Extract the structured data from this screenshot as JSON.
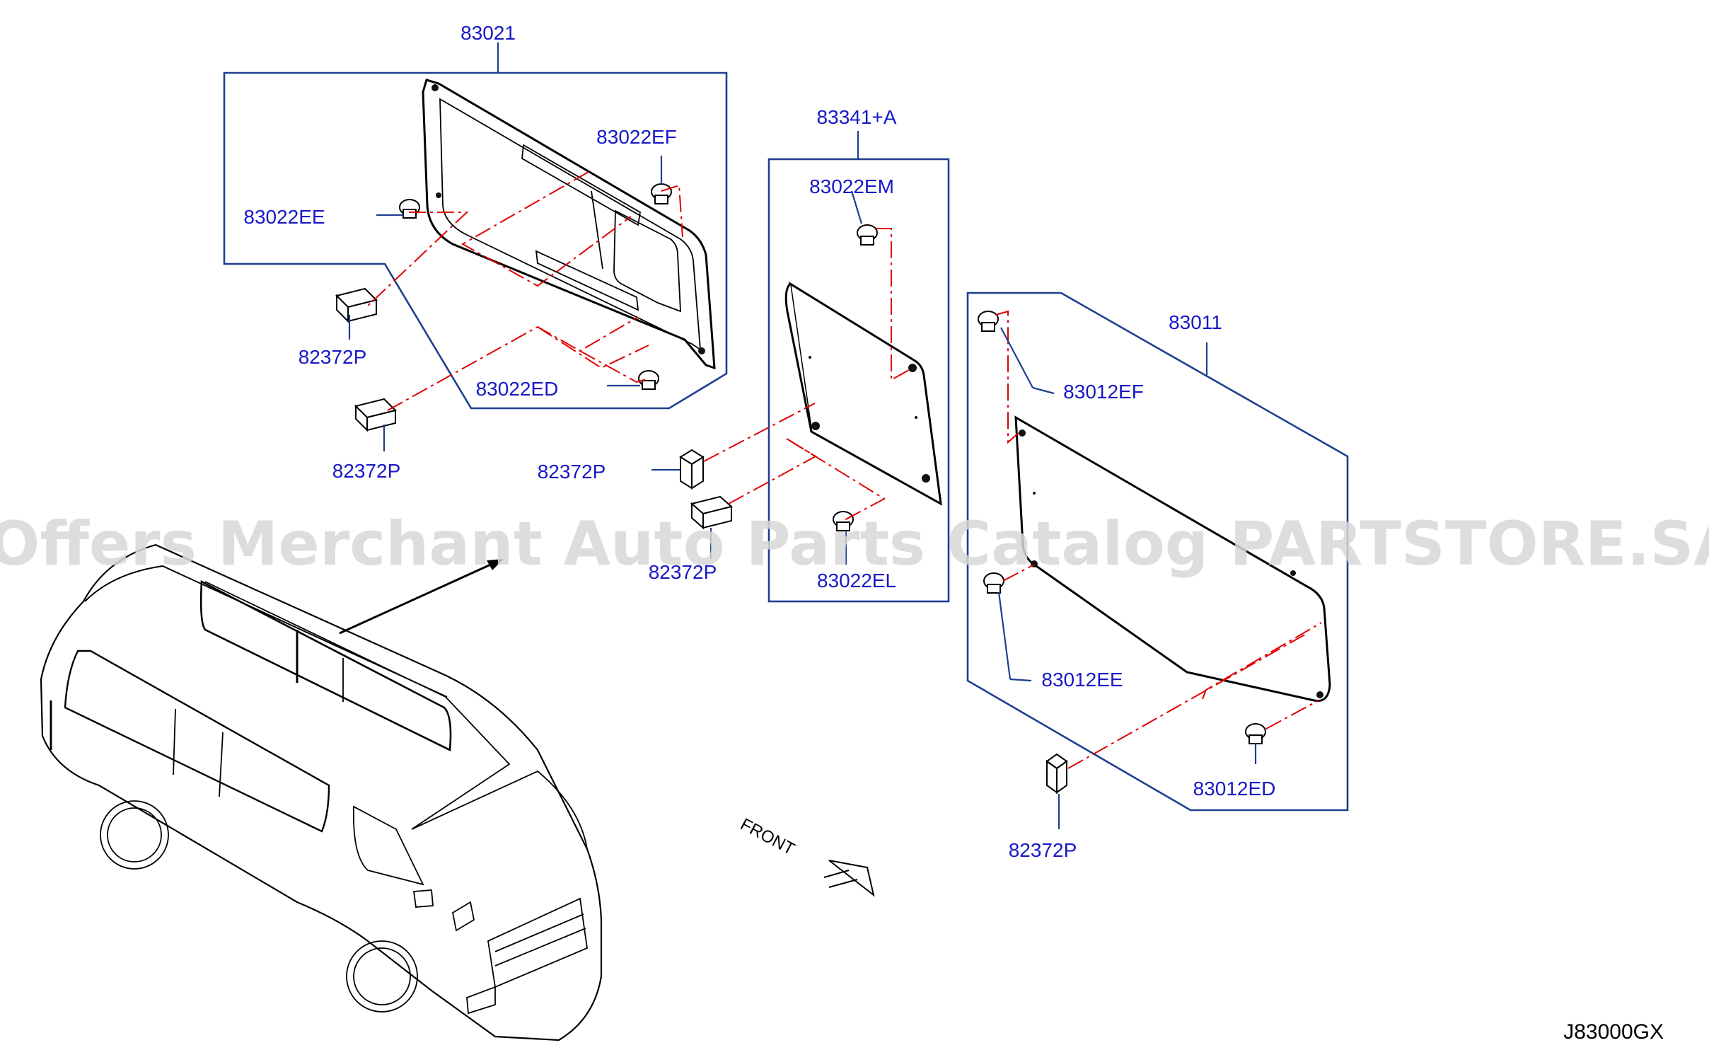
{
  "labels": {
    "p83021": "83021",
    "p83022EF": "83022EF",
    "p83022EE": "83022EE",
    "p82372P_a": "82372P",
    "p83022ED": "83022ED",
    "p82372P_b": "82372P",
    "p83341A": "83341+A",
    "p83022EM": "83022EM",
    "p82372P_c": "82372P",
    "p82372P_d": "82372P",
    "p83022EL": "83022EL",
    "p83011": "83011",
    "p83012EF": "83012EF",
    "p83012EE": "83012EE",
    "p83012ED": "83012ED",
    "p82372P_e": "82372P"
  },
  "front_label": "FRONT",
  "diagram_code": "J83000GX",
  "watermark": "Offers Merchant Auto Parts Catalog PARTSTORE.SA",
  "colors": {
    "label_text": "#1818c8",
    "callout_box": "#1e3f8f",
    "centerline": "#e00000",
    "line_art": "#000000",
    "watermark": "#d8d8d8"
  }
}
